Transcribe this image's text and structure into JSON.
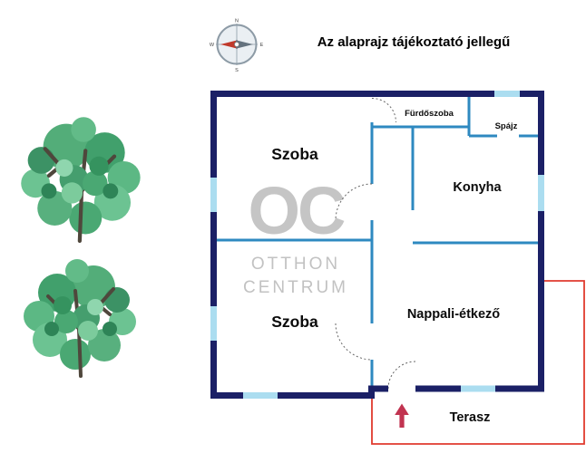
{
  "title": "Az alaprajz tájékoztató jellegű",
  "compass": {
    "n": "N",
    "e": "E",
    "s": "S",
    "w": "W"
  },
  "watermark": {
    "initials": "OC",
    "line1": "OTTHON",
    "line2": "CENTRUM"
  },
  "rooms": {
    "room_top": "Szoba",
    "bathroom": "Fürdőszoba",
    "pantry": "Spájz",
    "kitchen": "Konyha",
    "room_bottom": "Szoba",
    "living_dining": "Nappali-étkező",
    "terrace": "Terasz"
  },
  "colors": {
    "outer_wall": "#1b2066",
    "inner_wall": "#2e89c0",
    "window": "#abddf0",
    "terrace_outline": "#e03a2e",
    "direction_arrow": "#c13350",
    "compass_needle": "#c0392b",
    "watermark": "#c5c5c5",
    "tree_foliage": [
      "#53ad79",
      "#41a06c",
      "#6cc392",
      "#459e6e"
    ],
    "tree_branches": "#4f473c"
  }
}
